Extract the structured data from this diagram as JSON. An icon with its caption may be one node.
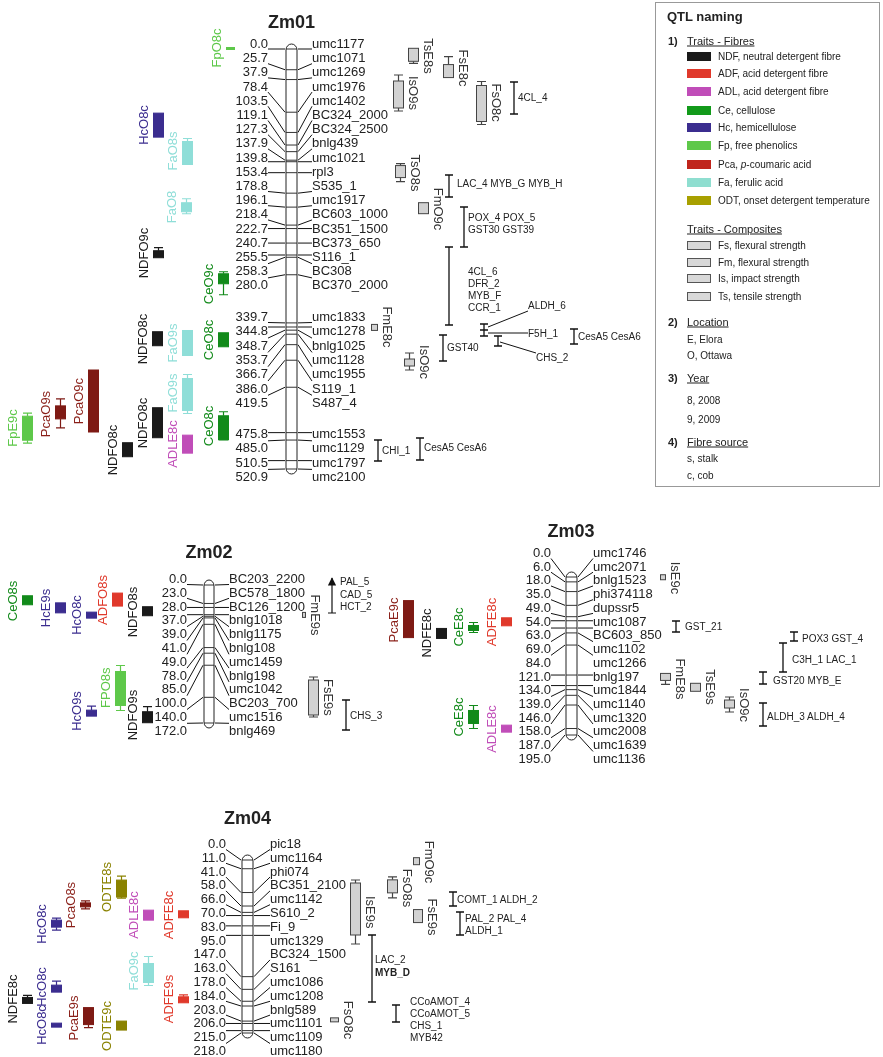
{
  "diagram": {
    "nodes": [
      {
        "text": [],
        "shape": "bar"
      },
      {
        "text": [
          "FpO8c"
        ]
      },
      {
        "text": [
          "HcO8c"
        ]
      },
      {
        "text": [
          "FaO8s"
        ]
      },
      {
        "text": [
          "FaO8"
        ]
      },
      {
        "text": [
          "NDFO9c"
        ]
      },
      {
        "text": [
          "CeO9c"
        ]
      },
      {
        "text": [
          "NDFO8c"
        ]
      },
      {
        "text": [
          "FaO9s"
        ]
      },
      {
        "text": [
          "CeO8c"
        ]
      },
      {
        "text": [
          "PcaO9c"
        ]
      },
      {
        "text": [
          "PcaO9s"
        ]
      },
      {
        "text": [
          "FpE9c"
        ]
      },
      {
        "text": [
          "FaO9s"
        ]
      },
      {
        "text": [
          "NDFO8c"
        ]
      },
      {
        "text": [
          "NDFO8c"
        ]
      },
      {
        "text": [
          "ADLE8c"
        ]
      },
      {
        "text": [
          "CeO8c"
        ]
      },
      {
        "text": [
          "TsE8s"
        ]
      },
      {
        "text": [
          "IsO9s"
        ]
      },
      {
        "text": [
          "FsE8c"
        ]
      },
      {
        "text": [
          "FsO8c"
        ]
      },
      {
        "text": [
          "TsO8s"
        ]
      },
      {
        "text": [
          "FmO9c"
        ]
      },
      {
        "text": [
          "FmE8c"
        ]
      },
      {
        "text": [
          "IsO9c"
        ]
      },
      {
        "text": [
          "ALDH_6"
        ]
      },
      {
        "text": [
          "F5H_1"
        ]
      },
      {
        "text": [
          "CHS_2"
        ]
      },
      {
        "text": [],
        "shape": "bar"
      },
      {
        "text": [
          "CeO8s"
        ]
      },
      {
        "text": [
          "HcE9s"
        ]
      },
      {
        "text": [
          "HcO8c"
        ]
      },
      {
        "text": [
          "ADFO8s"
        ]
      },
      {
        "text": [
          "NDFO8s"
        ]
      },
      {
        "text": [
          "FPO8s"
        ]
      },
      {
        "text": [
          "HcO9s"
        ]
      },
      {
        "text": [
          "NDFO9s"
        ]
      },
      {
        "text": [
          "FmE9s"
        ]
      },
      {
        "text": [
          "FsE9s"
        ]
      },
      {
        "text": [],
        "shape": "bar"
      },
      {
        "text": [
          "PcaE9c"
        ]
      },
      {
        "text": [
          "NDFE8c"
        ]
      },
      {
        "text": [
          "CeE8c"
        ]
      },
      {
        "text": [
          "ADFE8c"
        ]
      },
      {
        "text": [
          "CeE8c"
        ]
      },
      {
        "text": [
          "ADLE8c"
        ]
      },
      {
        "text": [
          "IsE9c"
        ]
      },
      {
        "text": [
          "FmE8s"
        ]
      },
      {
        "text": [
          "TsE9s"
        ]
      },
      {
        "text": [
          "IsO9c"
        ]
      },
      {
        "text": [],
        "shape": "bar"
      },
      {
        "text": [
          "HcO8c"
        ]
      },
      {
        "text": [
          "PcaO8s"
        ]
      },
      {
        "text": [
          "ODTE8s"
        ]
      },
      {
        "text": [
          "ADLE8c"
        ]
      },
      {
        "text": [
          "ADFE8c"
        ]
      },
      {
        "text": [
          "FaO9c"
        ]
      },
      {
        "text": [
          "ADFE9s"
        ]
      },
      {
        "text": [
          "NDFE8c"
        ]
      },
      {
        "text": [
          "HcO8c"
        ]
      },
      {
        "text": [
          "HcO8c"
        ]
      },
      {
        "text": [
          "PcaE9s"
        ]
      },
      {
        "text": [
          "ODTE9c"
        ]
      },
      {
        "text": [
          "IsE9s"
        ]
      },
      {
        "text": [
          "FmO9c"
        ]
      },
      {
        "text": [
          "FsO8s"
        ]
      },
      {
        "text": [
          "FsE9s"
        ]
      },
      {
        "text": [
          "FsO8c"
        ]
      },
      {
        "text": [
          "0.0"
        ]
      },
      {
        "text": [
          "umc1177"
        ]
      },
      {
        "text": [
          "25.7"
        ]
      },
      {
        "text": [
          "umc1071"
        ]
      },
      {
        "text": [
          "37.9"
        ]
      },
      {
        "text": [
          "umc1269"
        ]
      },
      {
        "text": [
          "78.4"
        ]
      },
      {
        "text": [
          "umc1976"
        ]
      },
      {
        "text": [
          "103.5"
        ]
      },
      {
        "text": [
          "umc1402"
        ]
      },
      {
        "text": [
          "119.1"
        ]
      },
      {
        "text": [
          "BC324_2000"
        ]
      },
      {
        "text": [
          "127.3"
        ]
      },
      {
        "text": [
          "BC324_2500"
        ]
      },
      {
        "text": [
          "137.9"
        ]
      },
      {
        "text": [
          "bnlg439"
        ]
      },
      {
        "text": [
          "139.8"
        ]
      },
      {
        "text": [
          "umc1021"
        ]
      },
      {
        "text": [
          "153.4"
        ]
      },
      {
        "text": [
          "rpl3"
        ]
      },
      {
        "text": [
          "178.8"
        ]
      },
      {
        "text": [
          "S535_1"
        ]
      },
      {
        "text": [
          "196.1"
        ]
      },
      {
        "text": [
          "umc1917"
        ]
      },
      {
        "text": [
          "218.4"
        ]
      },
      {
        "text": [
          "BC603_1000"
        ]
      },
      {
        "text": [
          "222.7"
        ]
      },
      {
        "text": [
          "BC351_1500"
        ]
      },
      {
        "text": [
          "240.7"
        ]
      },
      {
        "text": [
          "BC373_650"
        ]
      },
      {
        "text": [
          "255.5"
        ]
      },
      {
        "text": [
          "S116_1"
        ]
      },
      {
        "text": [
          "258.3"
        ]
      },
      {
        "text": [
          "BC308"
        ]
      },
      {
        "text": [
          "280.0"
        ]
      },
      {
        "text": [
          "BC370_2000"
        ]
      },
      {
        "text": [
          "339.7"
        ]
      },
      {
        "text": [
          "umc1833"
        ]
      },
      {
        "text": [
          "344.8"
        ]
      },
      {
        "text": [
          "umc1278"
        ]
      },
      {
        "text": [
          "348.7"
        ]
      },
      {
        "text": [
          "bnlg1025"
        ]
      },
      {
        "text": [
          "353.7"
        ]
      },
      {
        "text": [
          "umc1128"
        ]
      },
      {
        "text": [
          "366.7"
        ]
      },
      {
        "text": [
          "umc1955"
        ]
      },
      {
        "text": [
          "386.0"
        ]
      },
      {
        "text": [
          "S119_1"
        ]
      },
      {
        "text": [
          "419.5"
        ]
      },
      {
        "text": [
          "S487_4"
        ]
      },
      {
        "text": [
          "475.8"
        ]
      },
      {
        "text": [
          "umc1553"
        ]
      },
      {
        "text": [
          "485.0"
        ]
      },
      {
        "text": [
          "umc1129"
        ]
      },
      {
        "text": [
          "510.5"
        ]
      },
      {
        "text": [
          "umc1797"
        ]
      },
      {
        "text": [
          "520.9"
        ]
      },
      {
        "text": [
          "umc2100"
        ]
      },
      {
        "text": [
          "0.0"
        ]
      },
      {
        "text": [
          "BC203_2200"
        ]
      },
      {
        "text": [
          "23.0"
        ]
      },
      {
        "text": [
          "BC578_1800"
        ]
      },
      {
        "text": [
          "28.0"
        ]
      },
      {
        "text": [
          "BC126_1200"
        ]
      },
      {
        "text": [
          "37.0"
        ]
      },
      {
        "text": [
          "bnlg1018"
        ]
      },
      {
        "text": [
          "39.0"
        ]
      },
      {
        "text": [
          "bnlg1175"
        ]
      },
      {
        "text": [
          "41.0"
        ]
      },
      {
        "text": [
          "bnlg108"
        ]
      },
      {
        "text": [
          "49.0"
        ]
      },
      {
        "text": [
          "umc1459"
        ]
      },
      {
        "text": [
          "78.0"
        ]
      },
      {
        "text": [
          "bnlg198"
        ]
      },
      {
        "text": [
          "85.0"
        ]
      },
      {
        "text": [
          "umc1042"
        ]
      },
      {
        "text": [
          "100.0"
        ]
      },
      {
        "text": [
          "BC203_700"
        ]
      },
      {
        "text": [
          "140.0"
        ]
      },
      {
        "text": [
          "umc1516"
        ]
      },
      {
        "text": [
          "172.0"
        ]
      },
      {
        "text": [
          "bnlg469"
        ]
      },
      {
        "text": [
          "0.0"
        ]
      },
      {
        "text": [
          "umc1746"
        ]
      },
      {
        "text": [
          "6.0"
        ]
      },
      {
        "text": [
          "umc2071"
        ]
      },
      {
        "text": [
          "18.0"
        ]
      },
      {
        "text": [
          "bnlg1523"
        ]
      },
      {
        "text": [
          "35.0"
        ]
      },
      {
        "text": [
          "phi374118"
        ]
      },
      {
        "text": [
          "49.0"
        ]
      },
      {
        "text": [
          "dupssr5"
        ]
      },
      {
        "text": [
          "54.0"
        ]
      },
      {
        "text": [
          "umc1087"
        ]
      },
      {
        "text": [
          "63.0"
        ]
      },
      {
        "text": [
          "BC603_850"
        ]
      },
      {
        "text": [
          "69.0"
        ]
      },
      {
        "text": [
          "umc1102"
        ]
      },
      {
        "text": [
          "84.0"
        ]
      },
      {
        "text": [
          "umc1266"
        ]
      },
      {
        "text": [
          "121.0"
        ]
      },
      {
        "text": [
          "bnlg197"
        ]
      },
      {
        "text": [
          "134.0"
        ]
      },
      {
        "text": [
          "umc1844"
        ]
      },
      {
        "text": [
          "139.0"
        ]
      },
      {
        "text": [
          "umc1140"
        ]
      },
      {
        "text": [
          "146.0"
        ]
      },
      {
        "text": [
          "umc1320"
        ]
      },
      {
        "text": [
          "158.0"
        ]
      },
      {
        "text": [
          "umc2008"
        ]
      },
      {
        "text": [
          "187.0"
        ]
      },
      {
        "text": [
          "umc1639"
        ]
      },
      {
        "text": [
          "195.0"
        ]
      },
      {
        "text": [
          "umc1136"
        ]
      },
      {
        "text": [
          "0.0"
        ]
      },
      {
        "text": [
          "pic18"
        ]
      },
      {
        "text": [
          "11.0"
        ]
      },
      {
        "text": [
          "umc1164"
        ]
      },
      {
        "text": [
          "41.0"
        ]
      },
      {
        "text": [
          "phi074"
        ]
      },
      {
        "text": [
          "58.0"
        ]
      },
      {
        "text": [
          "BC351_2100"
        ]
      },
      {
        "text": [
          "66.0"
        ]
      },
      {
        "text": [
          "umc1142"
        ]
      },
      {
        "text": [
          "70.0"
        ]
      },
      {
        "text": [
          "S610_2"
        ]
      },
      {
        "text": [
          "83.0"
        ]
      },
      {
        "text": [
          "Fi_9"
        ]
      },
      {
        "text": [
          "95.0"
        ]
      },
      {
        "text": [
          "umc1329"
        ]
      },
      {
        "text": [
          "147.0"
        ]
      },
      {
        "text": [
          "BC324_1500"
        ]
      },
      {
        "text": [
          "163.0"
        ]
      },
      {
        "text": [
          "S161"
        ]
      },
      {
        "text": [
          "178.0"
        ]
      },
      {
        "text": [
          "umc1086"
        ]
      },
      {
        "text": [
          "184.0"
        ]
      },
      {
        "text": [
          "umc1208"
        ]
      },
      {
        "text": [
          "203.0"
        ]
      },
      {
        "text": [
          "bnlg589"
        ]
      },
      {
        "text": [
          "206.0"
        ]
      },
      {
        "text": [
          "umc1101"
        ]
      },
      {
        "text": [
          "215.0"
        ]
      },
      {
        "text": [
          "umc1109"
        ]
      },
      {
        "text": [
          "218.0"
        ]
      },
      {
        "text": [
          "umc1180"
        ]
      }
    ],
    "edges": [
      {
        "from": 26,
        "to": null,
        "arrow": "none"
      },
      {
        "from": 27,
        "to": null,
        "arrow": "none"
      },
      {
        "from": 28,
        "to": null,
        "arrow": "none"
      },
      {
        "from": 69,
        "to": 0,
        "arrow": "none"
      },
      {
        "from": 70,
        "to": 0,
        "arrow": "none"
      },
      {
        "from": 71,
        "to": 0,
        "arrow": "none"
      },
      {
        "from": 72,
        "to": 0,
        "arrow": "none"
      },
      {
        "from": 73,
        "to": 0,
        "arrow": "none"
      },
      {
        "from": 74,
        "to": 0,
        "arrow": "none"
      },
      {
        "from": 75,
        "to": 0,
        "arrow": "none"
      },
      {
        "from": 76,
        "to": 0,
        "arrow": "none"
      },
      {
        "from": 77,
        "to": 0,
        "arrow": "none"
      },
      {
        "from": 78,
        "to": 0,
        "arrow": "none"
      },
      {
        "from": 79,
        "to": 0,
        "arrow": "none"
      },
      {
        "from": 80,
        "to": 0,
        "arrow": "none"
      },
      {
        "from": 81,
        "to": 0,
        "arrow": "none"
      },
      {
        "from": 82,
        "to": 0,
        "arrow": "none"
      },
      {
        "from": 83,
        "to": 0,
        "arrow": "none"
      },
      {
        "from": 84,
        "to": 0,
        "arrow": "none"
      },
      {
        "from": 85,
        "to": 0,
        "arrow": "none"
      },
      {
        "from": 86,
        "to": 0,
        "arrow": "none"
      },
      {
        "from": 87,
        "to": 0,
        "arrow": "none"
      },
      {
        "from": 88,
        "to": 0,
        "arrow": "none"
      },
      {
        "from": 89,
        "to": 0,
        "arrow": "none"
      },
      {
        "from": 90,
        "to": 0,
        "arrow": "none"
      },
      {
        "from": 91,
        "to": 0,
        "arrow": "none"
      },
      {
        "from": 92,
        "to": 0,
        "arrow": "none"
      },
      {
        "from": 93,
        "to": 0,
        "arrow": "none"
      },
      {
        "from": 94,
        "to": 0,
        "arrow": "none"
      },
      {
        "from": 95,
        "to": 0,
        "arrow": "none"
      },
      {
        "from": 96,
        "to": 0,
        "arrow": "none"
      },
      {
        "from": 97,
        "to": 0,
        "arrow": "none"
      },
      {
        "from": 98,
        "to": 0,
        "arrow": "none"
      },
      {
        "from": 99,
        "to": 0,
        "arrow": "none"
      },
      {
        "from": 100,
        "to": 0,
        "arrow": "none"
      },
      {
        "from": 101,
        "to": 0,
        "arrow": "none"
      },
      {
        "from": 102,
        "to": 0,
        "arrow": "none"
      },
      {
        "from": 103,
        "to": 0,
        "arrow": "none"
      },
      {
        "from": 104,
        "to": 0,
        "arrow": "none"
      },
      {
        "from": 105,
        "to": 0,
        "arrow": "none"
      },
      {
        "from": 106,
        "to": 0,
        "arrow": "none"
      },
      {
        "from": 107,
        "to": 0,
        "arrow": "none"
      },
      {
        "from": 108,
        "to": 0,
        "arrow": "none"
      },
      {
        "from": 109,
        "to": 0,
        "arrow": "none"
      },
      {
        "from": 110,
        "to": 0,
        "arrow": "none"
      },
      {
        "from": 111,
        "to": 0,
        "arrow": "none"
      },
      {
        "from": 112,
        "to": 0,
        "arrow": "none"
      },
      {
        "from": 113,
        "to": 0,
        "arrow": "none"
      },
      {
        "from": 114,
        "to": 0,
        "arrow": "none"
      },
      {
        "from": 115,
        "to": 0,
        "arrow": "none"
      },
      {
        "from": 116,
        "to": 0,
        "arrow": "none"
      },
      {
        "from": 117,
        "to": 0,
        "arrow": "none"
      },
      {
        "from": 118,
        "to": 0,
        "arrow": "none"
      },
      {
        "from": 119,
        "to": 0,
        "arrow": "none"
      },
      {
        "from": 120,
        "to": 0,
        "arrow": "none"
      },
      {
        "from": 121,
        "to": 0,
        "arrow": "none"
      },
      {
        "from": 122,
        "to": 0,
        "arrow": "none"
      },
      {
        "from": 123,
        "to": 0,
        "arrow": "none"
      },
      {
        "from": 124,
        "to": 0,
        "arrow": "none"
      },
      {
        "from": 125,
        "to": 0,
        "arrow": "none"
      },
      {
        "from": 126,
        "to": 0,
        "arrow": "none"
      },
      {
        "from": 127,
        "to": 29,
        "arrow": "none"
      },
      {
        "from": 128,
        "to": 29,
        "arrow": "none"
      },
      {
        "from": 129,
        "to": 29,
        "arrow": "none"
      },
      {
        "from": 130,
        "to": 29,
        "arrow": "none"
      },
      {
        "from": 131,
        "to": 29,
        "arrow": "none"
      },
      {
        "from": 132,
        "to": 29,
        "arrow": "none"
      },
      {
        "from": 133,
        "to": 29,
        "arrow": "none"
      },
      {
        "from": 134,
        "to": 29,
        "arrow": "none"
      },
      {
        "from": 135,
        "to": 29,
        "arrow": "none"
      },
      {
        "from": 136,
        "to": 29,
        "arrow": "none"
      },
      {
        "from": 137,
        "to": 29,
        "arrow": "none"
      },
      {
        "from": 138,
        "to": 29,
        "arrow": "none"
      },
      {
        "from": 139,
        "to": 29,
        "arrow": "none"
      },
      {
        "from": 140,
        "to": 29,
        "arrow": "none"
      },
      {
        "from": 141,
        "to": 29,
        "arrow": "none"
      },
      {
        "from": 142,
        "to": 29,
        "arrow": "none"
      },
      {
        "from": 143,
        "to": 29,
        "arrow": "none"
      },
      {
        "from": 144,
        "to": 29,
        "arrow": "none"
      },
      {
        "from": 145,
        "to": 29,
        "arrow": "none"
      },
      {
        "from": 146,
        "to": 29,
        "arrow": "none"
      },
      {
        "from": 147,
        "to": 29,
        "arrow": "none"
      },
      {
        "from": 148,
        "to": 29,
        "arrow": "none"
      },
      {
        "from": 149,
        "to": 29,
        "arrow": "none"
      },
      {
        "from": 150,
        "to": 29,
        "arrow": "none"
      },
      {
        "from": 151,
        "to": 40,
        "arrow": "none"
      },
      {
        "from": 152,
        "to": 40,
        "arrow": "none"
      },
      {
        "from": 153,
        "to": 40,
        "arrow": "none"
      },
      {
        "from": 154,
        "to": 40,
        "arrow": "none"
      },
      {
        "from": 155,
        "to": 40,
        "arrow": "none"
      },
      {
        "from": 156,
        "to": 40,
        "arrow": "none"
      },
      {
        "from": 157,
        "to": 40,
        "arrow": "none"
      },
      {
        "from": 158,
        "to": 40,
        "arrow": "none"
      },
      {
        "from": 159,
        "to": 40,
        "arrow": "none"
      },
      {
        "from": 160,
        "to": 40,
        "arrow": "none"
      },
      {
        "from": 161,
        "to": 40,
        "arrow": "none"
      },
      {
        "from": 162,
        "to": 40,
        "arrow": "none"
      },
      {
        "from": 163,
        "to": 40,
        "arrow": "none"
      },
      {
        "from": 164,
        "to": 40,
        "arrow": "none"
      },
      {
        "from": 165,
        "to": 40,
        "arrow": "none"
      },
      {
        "from": 166,
        "to": 40,
        "arrow": "none"
      },
      {
        "from": 167,
        "to": 40,
        "arrow": "none"
      },
      {
        "from": 168,
        "to": 40,
        "arrow": "none"
      },
      {
        "from": 169,
        "to": 40,
        "arrow": "none"
      },
      {
        "from": 170,
        "to": 40,
        "arrow": "none"
      },
      {
        "from": 171,
        "to": 40,
        "arrow": "none"
      },
      {
        "from": 172,
        "to": 40,
        "arrow": "none"
      },
      {
        "from": 173,
        "to": 40,
        "arrow": "none"
      },
      {
        "from": 174,
        "to": 40,
        "arrow": "none"
      },
      {
        "from": 175,
        "to": 40,
        "arrow": "none"
      },
      {
        "from": 176,
        "to": 40,
        "arrow": "none"
      },
      {
        "from": 177,
        "to": 40,
        "arrow": "none"
      },
      {
        "from": 178,
        "to": 40,
        "arrow": "none"
      },
      {
        "from": 179,
        "to": 40,
        "arrow": "none"
      },
      {
        "from": 180,
        "to": 40,
        "arrow": "none"
      },
      {
        "from": 181,
        "to": 40,
        "arrow": "none"
      },
      {
        "from": 182,
        "to": 40,
        "arrow": "none"
      },
      {
        "from": 183,
        "to": 51,
        "arrow": "none"
      },
      {
        "from": 184,
        "to": 51,
        "arrow": "none"
      },
      {
        "from": 185,
        "to": 51,
        "arrow": "none"
      },
      {
        "from": 186,
        "to": 51,
        "arrow": "none"
      },
      {
        "from": 187,
        "to": 51,
        "arrow": "none"
      },
      {
        "from": 188,
        "to": 51,
        "arrow": "none"
      },
      {
        "from": 189,
        "to": 51,
        "arrow": "none"
      },
      {
        "from": 190,
        "to": 51,
        "arrow": "none"
      },
      {
        "from": 191,
        "to": 51,
        "arrow": "none"
      },
      {
        "from": 192,
        "to": 51,
        "arrow": "none"
      },
      {
        "from": 193,
        "to": 51,
        "arrow": "none"
      },
      {
        "from": 194,
        "to": 51,
        "arrow": "none"
      },
      {
        "from": 195,
        "to": 51,
        "arrow": "none"
      },
      {
        "from": 196,
        "to": 51,
        "arrow": "none"
      },
      {
        "from": 197,
        "to": 51,
        "arrow": "none"
      },
      {
        "from": 198,
        "to": 51,
        "arrow": "none"
      },
      {
        "from": 199,
        "to": 51,
        "arrow": "none"
      },
      {
        "from": 200,
        "to": 51,
        "arrow": "none"
      },
      {
        "from": 201,
        "to": 51,
        "arrow": "none"
      },
      {
        "from": 202,
        "to": 51,
        "arrow": "none"
      },
      {
        "from": 203,
        "to": 51,
        "arrow": "none"
      },
      {
        "from": 204,
        "to": 51,
        "arrow": "none"
      },
      {
        "from": 205,
        "to": 51,
        "arrow": "none"
      },
      {
        "from": 206,
        "to": 51,
        "arrow": "none"
      },
      {
        "from": 207,
        "to": 51,
        "arrow": "none"
      },
      {
        "from": 208,
        "to": 51,
        "arrow": "none"
      },
      {
        "from": 209,
        "to": 51,
        "arrow": "none"
      },
      {
        "from": 210,
        "to": 51,
        "arrow": "none"
      },
      {
        "from": 211,
        "to": 51,
        "arrow": "none"
      },
      {
        "from": 212,
        "to": 51,
        "arrow": "none"
      },
      {
        "from": 213,
        "to": 51,
        "arrow": "none"
      },
      {
        "from": 214,
        "to": 51,
        "arrow": "none"
      }
    ],
    "labels": [
      "Zm01",
      "4CL_4",
      "LAC_4 MYB_G MYB_H",
      "POX_4 POX_5",
      "GST30 GST39",
      "4CL_6",
      "DFR_2",
      "MYB_F",
      "CCR_1",
      "CesA5 CesA6",
      "GST40",
      "CHI_1",
      "CesA5 CesA6",
      "QTL naming",
      "1)",
      "Traits - Fibres",
      "Traits - Composites",
      "2)",
      "Location",
      "E, Elora",
      "O, Ottawa",
      "3)",
      "Year",
      "8, 2008",
      "9, 2009",
      "4)",
      "Fibre source",
      "s, stalk",
      "c, cob",
      "Zm02",
      "PAL_5",
      "CAD_5",
      "HCT_2",
      "CHS_3",
      "Zm03",
      "GST_21",
      "POX3 GST_4",
      "C3H_1 LAC_1",
      "GST20 MYB_E",
      "ALDH_3 ALDH_4",
      "Zm04",
      "COMT_1 ALDH_2",
      "PAL_2 PAL_4",
      "ALDH_1",
      "LAC_2",
      "MYB_D",
      "CCoAMOT_4",
      "CCoAMOT_5",
      "CHS_1",
      "MYB42"
    ],
    "legend": [
      {
        "text": "NDF, neutral detergent fibre",
        "color": "#1a1a1a"
      },
      {
        "text": "ADF, acid detergent fibre",
        "color": "#e0392b"
      },
      {
        "text": "ADL, acid detergent fibre",
        "color": "#c04db8"
      },
      {
        "text": "Ce, cellulose",
        "color": "#129a1a"
      },
      {
        "text": "Hc, hemicellulose",
        "color": "#3b2d8f"
      },
      {
        "text": "Fp, free phenolics",
        "color": "#5ec84a"
      },
      {
        "text": "Pca, *p*-coumaric acid",
        "color": "#c0251c"
      },
      {
        "text": "Fa, ferulic acid",
        "color": "#8fded0"
      },
      {
        "text": "ODT, onset detergent temperature",
        "color": "#a8a000"
      },
      {
        "text": "Fs, flexural strength"
      },
      {
        "text": "Fm, flexural strength"
      },
      {
        "text": "Is, impact strength"
      },
      {
        "text": "Ts, tensile strength"
      }
    ]
  }
}
